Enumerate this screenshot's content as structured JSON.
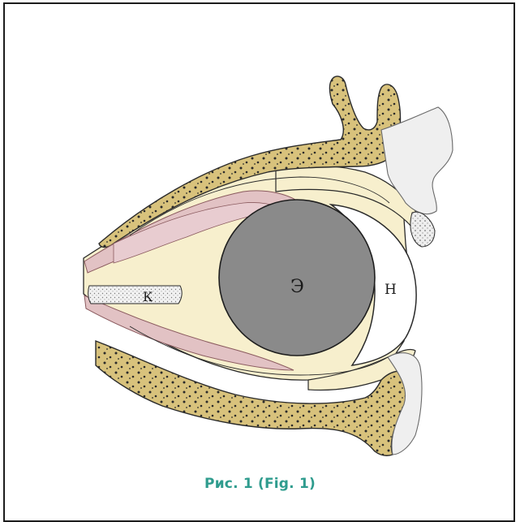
{
  "figure": {
    "labels": {
      "eyeball": "Э",
      "anterior": "Н",
      "nerve": "К"
    },
    "caption": "Рис. 1 (Fig. 1)"
  },
  "colors": {
    "border": "#1c1c1c",
    "bone": "#d8c27c",
    "soft_tissue": "#f7efcd",
    "muscle": "#e2c2c4",
    "eyeball": "#8a8a8a",
    "caption": "#2f9c8e",
    "outline": "#2a2a2a"
  }
}
